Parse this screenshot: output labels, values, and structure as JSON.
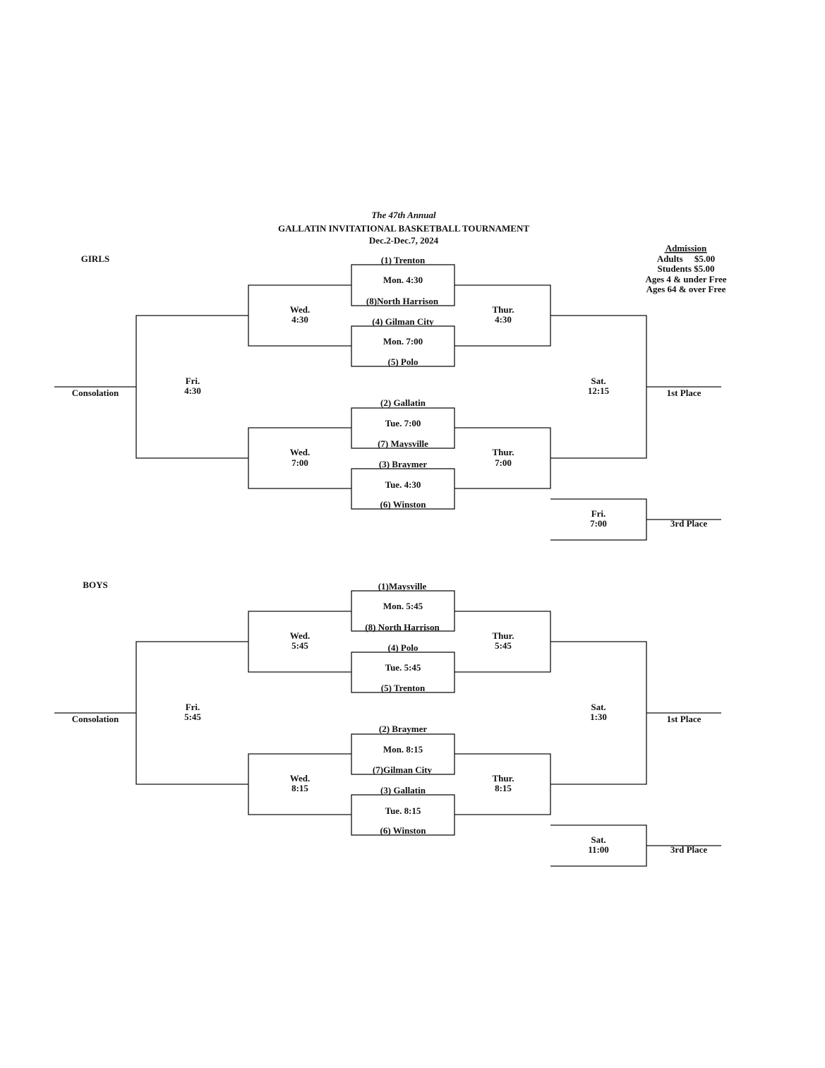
{
  "header": {
    "line1": "The 47th Annual",
    "line2": "GALLATIN INVITATIONAL BASKETBALL TOURNAMENT",
    "line3": "Dec.2-Dec.7, 2024"
  },
  "admission": {
    "title": "Admission",
    "lines": [
      "Adults     $5.00",
      "Students $5.00",
      "Ages 4 & under Free",
      "Ages 64 & over Free"
    ]
  },
  "brackets": [
    {
      "label": "GIRLS",
      "first_round": [
        {
          "top": "(1) Trenton",
          "time": "Mon. 4:30",
          "bottom": "(8)North Harrison"
        },
        {
          "top": "(4) Gilman City",
          "time": "Mon. 7:00",
          "bottom": "(5) Polo"
        },
        {
          "top": "(2) Gallatin",
          "time": "Tue. 7:00",
          "bottom": "(7) Maysville"
        },
        {
          "top": "(3) Braymer",
          "time": "Tue. 4:30",
          "bottom": "(6) Winston"
        }
      ],
      "consolation_semis": [
        {
          "day": "Wed.",
          "time": "4:30"
        },
        {
          "day": "Wed.",
          "time": "7:00"
        }
      ],
      "winner_semis": [
        {
          "day": "Thur.",
          "time": "4:30"
        },
        {
          "day": "Thur.",
          "time": "7:00"
        }
      ],
      "consolation_final": {
        "day": "Fri.",
        "time": "4:30",
        "label": "Consolation"
      },
      "championship": {
        "day": "Sat.",
        "time": "12:15",
        "label": "1st Place"
      },
      "third_place": {
        "day": "Fri.",
        "time": "7:00",
        "label": "3rd Place"
      }
    },
    {
      "label": "BOYS",
      "first_round": [
        {
          "top": "(1)Maysville",
          "time": "Mon. 5:45",
          "bottom": "(8) North Harrison"
        },
        {
          "top": "(4) Polo",
          "time": "Tue. 5:45",
          "bottom": "(5) Trenton"
        },
        {
          "top": "(2) Braymer",
          "time": "Mon. 8:15",
          "bottom": "(7)Gilman City"
        },
        {
          "top": "(3) Gallatin",
          "time": "Tue. 8:15",
          "bottom": "(6) Winston"
        }
      ],
      "consolation_semis": [
        {
          "day": "Wed.",
          "time": "5:45"
        },
        {
          "day": "Wed.",
          "time": "8:15"
        }
      ],
      "winner_semis": [
        {
          "day": "Thur.",
          "time": "5:45"
        },
        {
          "day": "Thur.",
          "time": "8:15"
        }
      ],
      "consolation_final": {
        "day": "Fri.",
        "time": "5:45",
        "label": "Consolation"
      },
      "championship": {
        "day": "Sat.",
        "time": "1:30",
        "label": "1st Place"
      },
      "third_place": {
        "day": "Sat.",
        "time": "11:00",
        "label": "3rd Place"
      }
    }
  ]
}
